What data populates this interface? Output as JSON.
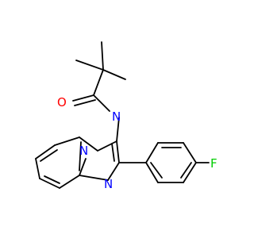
{
  "molecule": {
    "atom_labels": {
      "oxygen": "O",
      "amide_nitrogen": "N",
      "bridgehead_nitrogen": "N",
      "imine_nitrogen": "N",
      "fluorine": "F"
    },
    "colors": {
      "oxygen": "#ff0000",
      "nitrogen": "#0000ff",
      "fluorine": "#00cc00",
      "bond": "#000000"
    }
  }
}
